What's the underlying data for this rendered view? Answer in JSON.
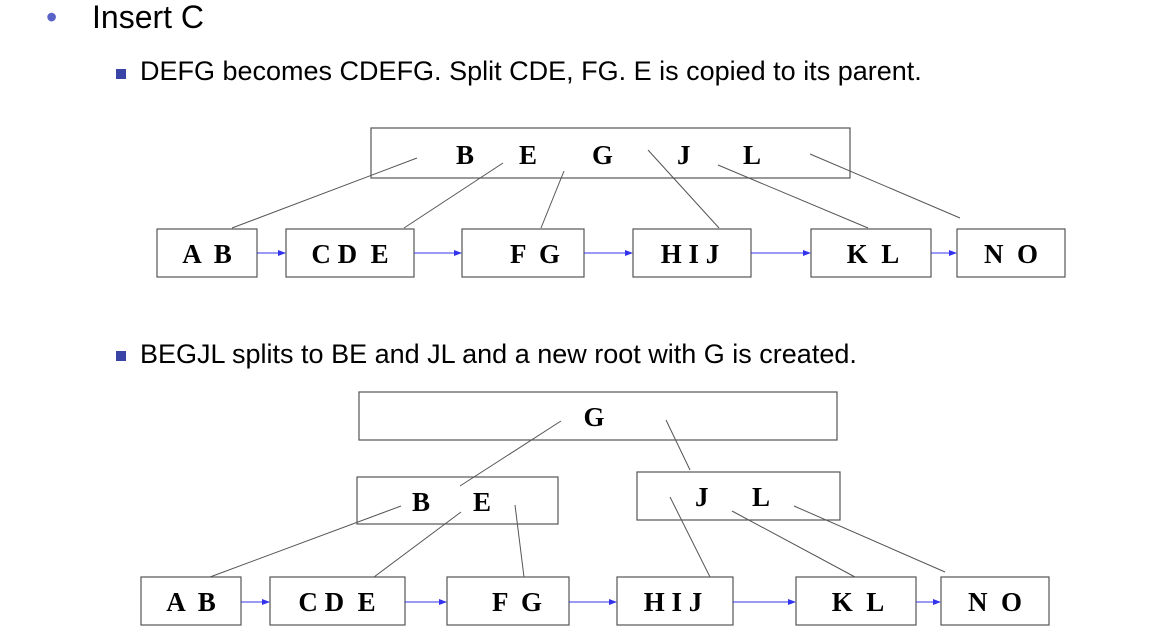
{
  "heading": {
    "bullet": "•",
    "text": "Insert C"
  },
  "step1": {
    "text": "DEFG becomes CDEFG. Split CDE, FG. E is copied to its parent."
  },
  "step2": {
    "text": "BEGJL splits to BE and JL and a new root with G is created."
  },
  "tree1": {
    "root_keys": [
      "B",
      "E",
      "G",
      "J",
      "L"
    ],
    "leaves": [
      "A  B",
      "C D  E",
      "F  G",
      "H I J",
      "K  L",
      "N  O"
    ]
  },
  "tree2": {
    "root_keys": [
      "G"
    ],
    "internal_left_keys": [
      "B",
      "E"
    ],
    "internal_right_keys": [
      "J",
      "L"
    ],
    "leaves": [
      "A  B",
      "C D  E",
      "F  G",
      "H I J",
      "K  L",
      "N  O"
    ]
  },
  "colors": {
    "bullet": "#5a63c8",
    "square_bullet": "#3a43a6",
    "leaf_link": "#3333ee",
    "border": "#555555"
  }
}
